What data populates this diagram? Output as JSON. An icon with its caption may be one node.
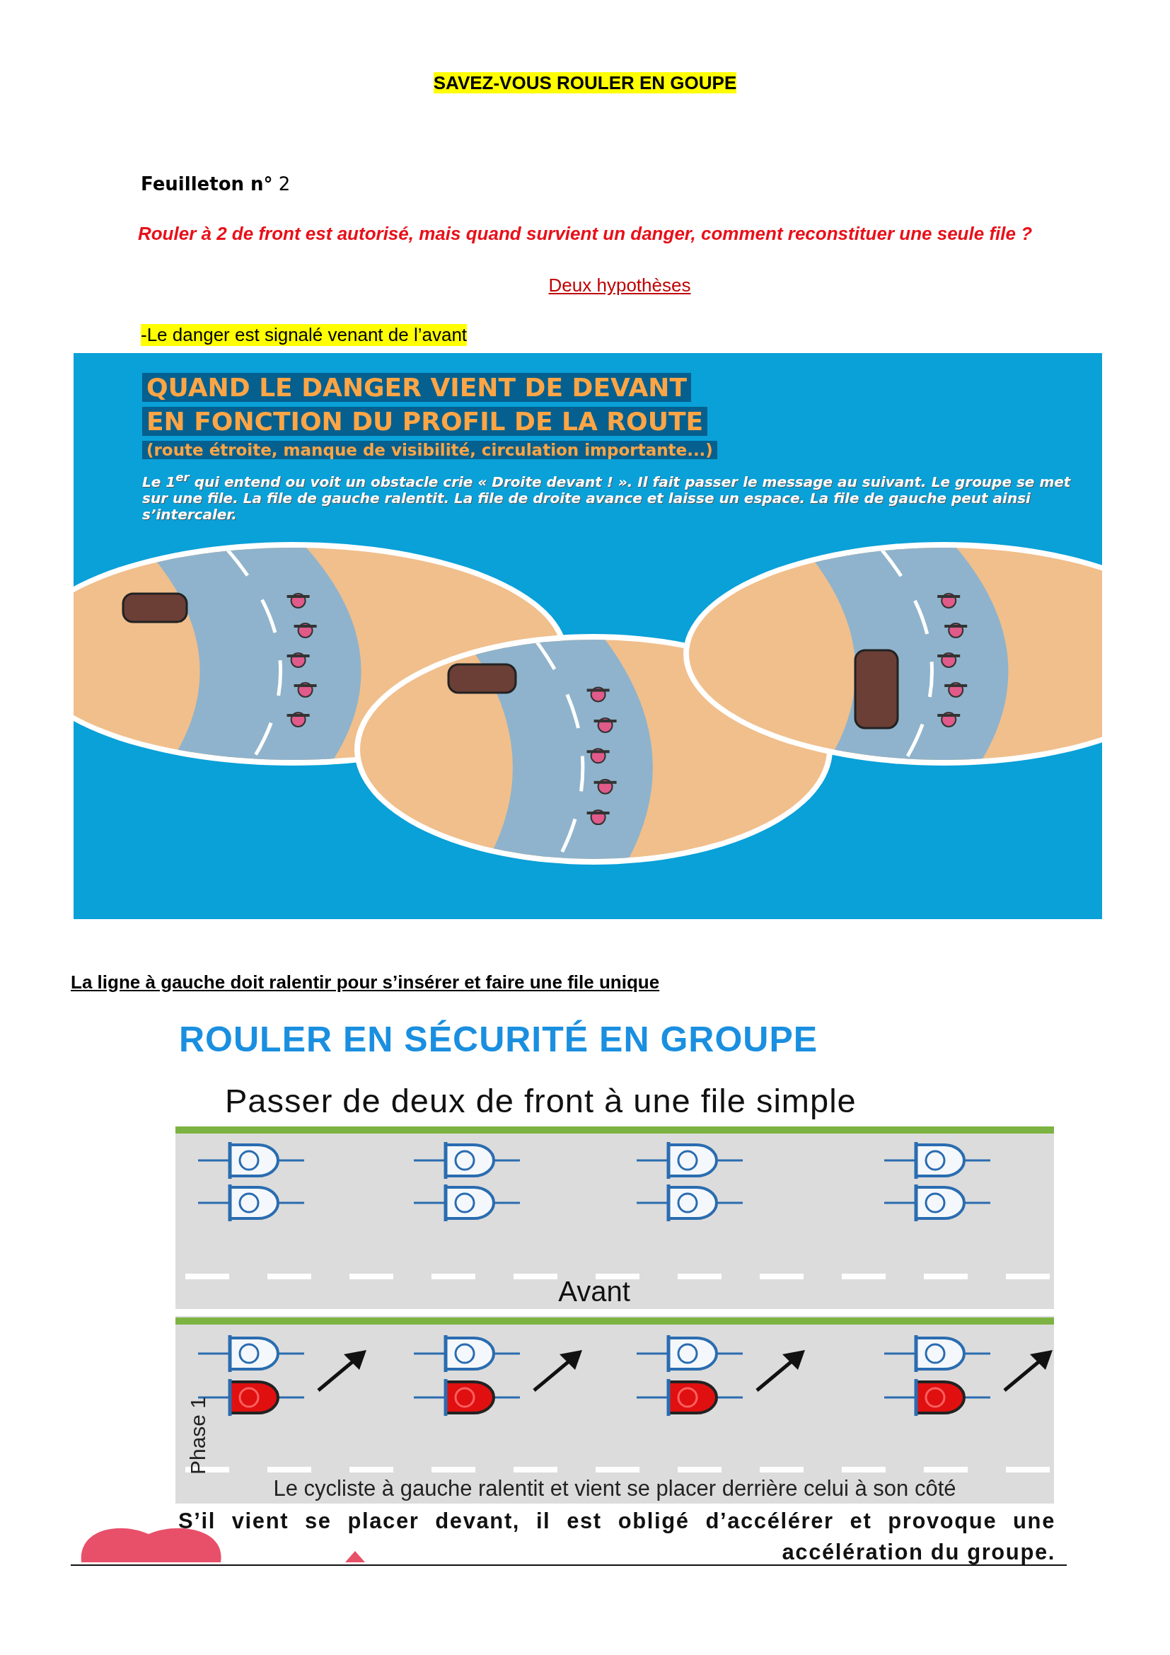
{
  "diagram": {
    "title": "SAVEZ-VOUS ROULER EN GOUPE",
    "labels": [
      "**Feuilleton n°** 2",
      "Rouler à 2 de front est autorisé, mais quand survient un danger, comment reconstituer une seule file ?",
      "Deux hypothèses",
      "-Le danger est  signalé venant de l’avant",
      "QUAND LE DANGER VIENT DE DEVANT",
      "EN FONCTION DU PROFIL DE LA ROUTE",
      "(route étroite, manque de visibilité, circulation importante...)",
      "Le 1$^{er}$ qui entend ou voit un obstacle crie « Droite devant ! ». Il fait passer le message au suivant. Le groupe se met sur une file. La file de gauche ralentit. La file de droite avance et laisse un espace. La file de gauche peut ainsi s’intercaler.",
      "La ligne à gauche doit ralentir pour s’insérer  et faire une file unique",
      "ROULER EN SÉCURITÉ EN GROUPE",
      "Passer de deux de front à une file simple",
      "Avant",
      "Phase 1",
      "Le cycliste à gauche ralentit et vient se placer derrière celui à son côté",
      "S’il vient se placer devant, il est obligé d’accélérer et provoque une accélération du groupe."
    ]
  }
}
